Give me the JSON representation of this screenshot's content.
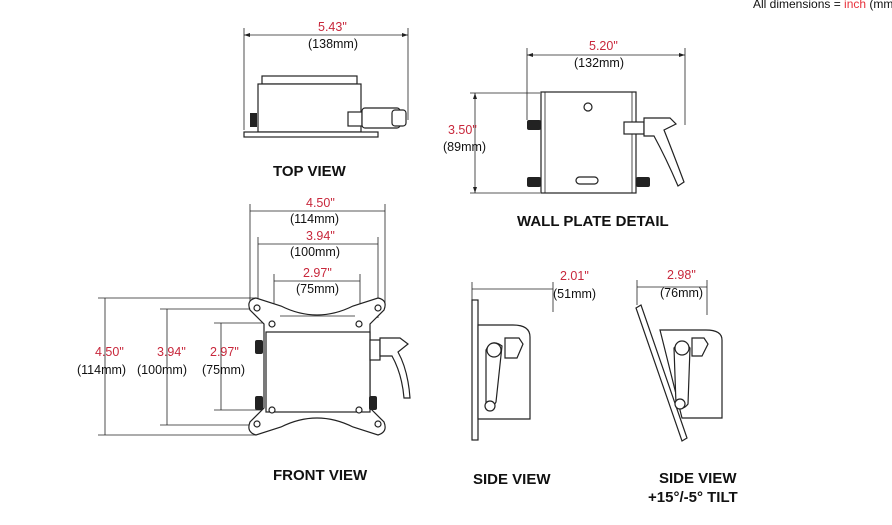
{
  "legend": {
    "prefix": "All dimensions = ",
    "unit": "inch",
    "suffix": " (mm"
  },
  "colors": {
    "dimension": "#c8283c",
    "unit_highlight": "#e8323c"
  },
  "top_view": {
    "label": "TOP VIEW",
    "width_in": "5.43\"",
    "width_mm": "(138mm)"
  },
  "wall_plate": {
    "label": "WALL PLATE DETAIL",
    "width_in": "5.20\"",
    "width_mm": "(132mm)",
    "height_in": "3.50\"",
    "height_mm": "(89mm)"
  },
  "front_view": {
    "label": "FRONT VIEW",
    "horizontal": [
      {
        "in": "4.50\"",
        "mm": "(114mm)"
      },
      {
        "in": "3.94\"",
        "mm": "(100mm)"
      },
      {
        "in": "2.97\"",
        "mm": "(75mm)"
      }
    ],
    "vertical": [
      {
        "in": "4.50\"",
        "mm": "(114mm)"
      },
      {
        "in": "3.94\"",
        "mm": "(100mm)"
      },
      {
        "in": "2.97\"",
        "mm": "(75mm)"
      }
    ]
  },
  "side_view": {
    "label": "SIDE VIEW",
    "depth_in": "2.01\"",
    "depth_mm": "(51mm)"
  },
  "side_view_tilt": {
    "label": "SIDE VIEW",
    "sublabel": "+15°/-5° TILT",
    "depth_in": "2.98\"",
    "depth_mm": "(76mm)"
  }
}
